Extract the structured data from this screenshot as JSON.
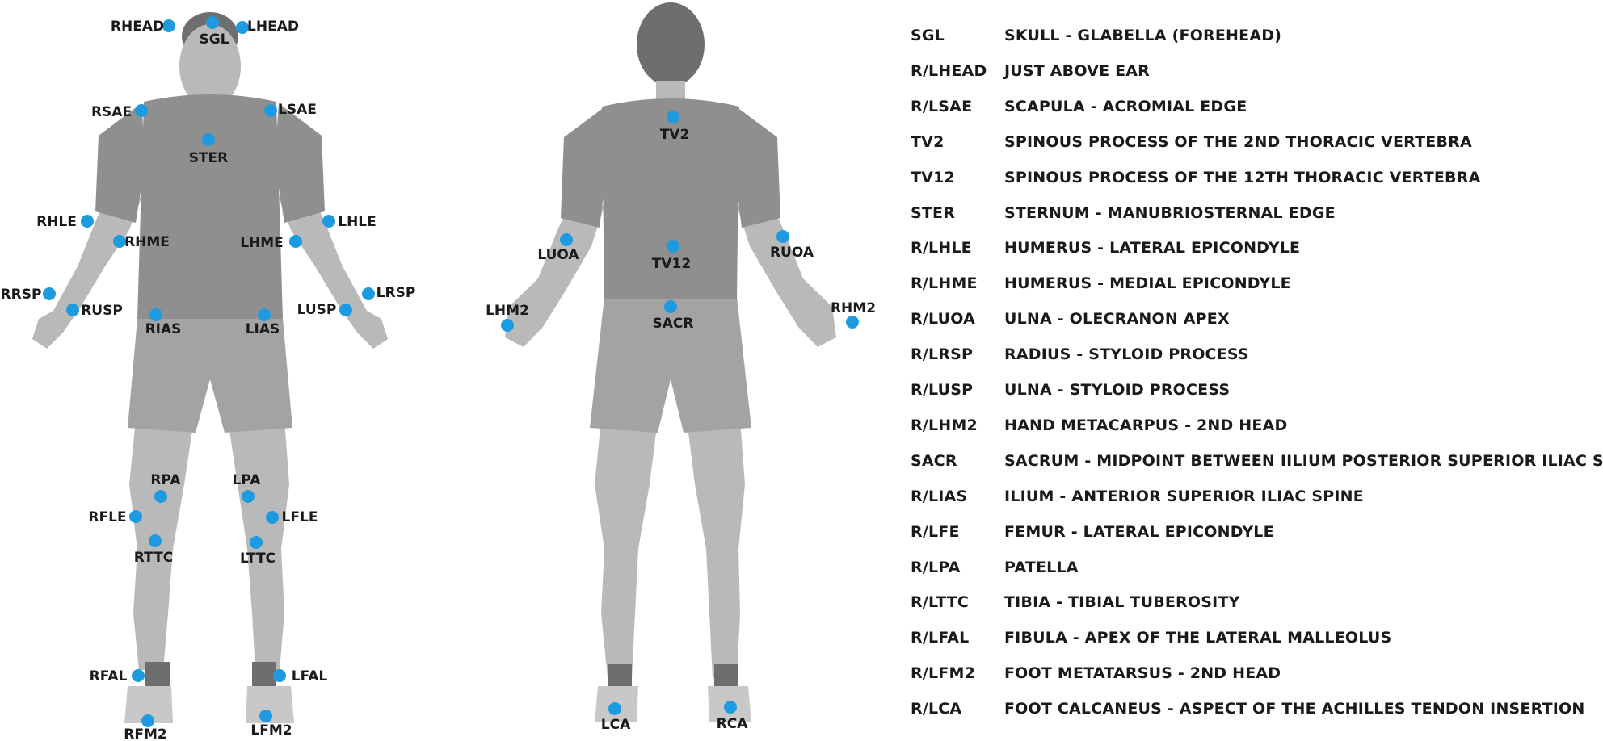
{
  "colors": {
    "marker": "#1e9be0",
    "body_light": "#c8c8c8",
    "shirt": "#8f8f8f",
    "shorts": "#a3a3a3",
    "skin": "#b9b9b9",
    "hair": "#6e6e6e",
    "text": "#1a1a1a"
  },
  "front_markers": [
    "RHEAD",
    "SGL",
    "LHEAD",
    "RSAE",
    "LSAE",
    "STER",
    "RHLE",
    "LHLE",
    "RHME",
    "LHME",
    "RRSP",
    "LRSP",
    "RUSP",
    "LUSP",
    "RIAS",
    "LIAS",
    "RPA",
    "LPA",
    "RFLE",
    "LFLE",
    "RTTC",
    "LTTC",
    "RFAL",
    "LFAL",
    "RFM2",
    "LFM2"
  ],
  "back_markers": [
    "TV2",
    "TV12",
    "LUOA",
    "RUOA",
    "LHM2",
    "RHM2",
    "SACR",
    "LCA",
    "RCA"
  ],
  "legend": [
    {
      "code": "SGL",
      "desc": "SKULL - GLABELLA (FOREHEAD)"
    },
    {
      "code": "R/LHEAD",
      "desc": "JUST ABOVE EAR"
    },
    {
      "code": "R/LSAE",
      "desc": "SCAPULA - ACROMIAL EDGE"
    },
    {
      "code": "TV2",
      "desc": "SPINOUS PROCESS OF THE 2ND THORACIC VERTEBRA"
    },
    {
      "code": "TV12",
      "desc": "SPINOUS PROCESS OF THE 12TH THORACIC VERTEBRA"
    },
    {
      "code": "STER",
      "desc": "STERNUM - MANUBRIOSTERNAL EDGE"
    },
    {
      "code": "R/LHLE",
      "desc": "HUMERUS - LATERAL EPICONDYLE"
    },
    {
      "code": "R/LHME",
      "desc": "HUMERUS - MEDIAL EPICONDYLE"
    },
    {
      "code": "R/LUOA",
      "desc": "ULNA - OLECRANON APEX"
    },
    {
      "code": "R/LRSP",
      "desc": "RADIUS - STYLOID PROCESS"
    },
    {
      "code": "R/LUSP",
      "desc": "ULNA - STYLOID PROCESS"
    },
    {
      "code": "R/LHM2",
      "desc": "HAND METACARPUS - 2ND HEAD"
    },
    {
      "code": "SACR",
      "desc": "SACRUM - MIDPOINT BETWEEN IILIUM POSTERIOR SUPERIOR ILIAC SPINES"
    },
    {
      "code": "R/LIAS",
      "desc": "ILIUM - ANTERIOR SUPERIOR ILIAC SPINE"
    },
    {
      "code": "R/LFE",
      "desc": "FEMUR - LATERAL EPICONDYLE"
    },
    {
      "code": "R/LPA",
      "desc": "PATELLA"
    },
    {
      "code": "R/LTTC",
      "desc": "TIBIA - TIBIAL TUBEROSITY"
    },
    {
      "code": "R/LFAL",
      "desc": "FIBULA - APEX OF THE LATERAL MALLEOLUS"
    },
    {
      "code": "R/LFM2",
      "desc": "FOOT METATARSUS - 2ND HEAD"
    },
    {
      "code": "R/LCA",
      "desc": "FOOT CALCANEUS - ASPECT OF THE ACHILLES TENDON INSERTION"
    }
  ]
}
